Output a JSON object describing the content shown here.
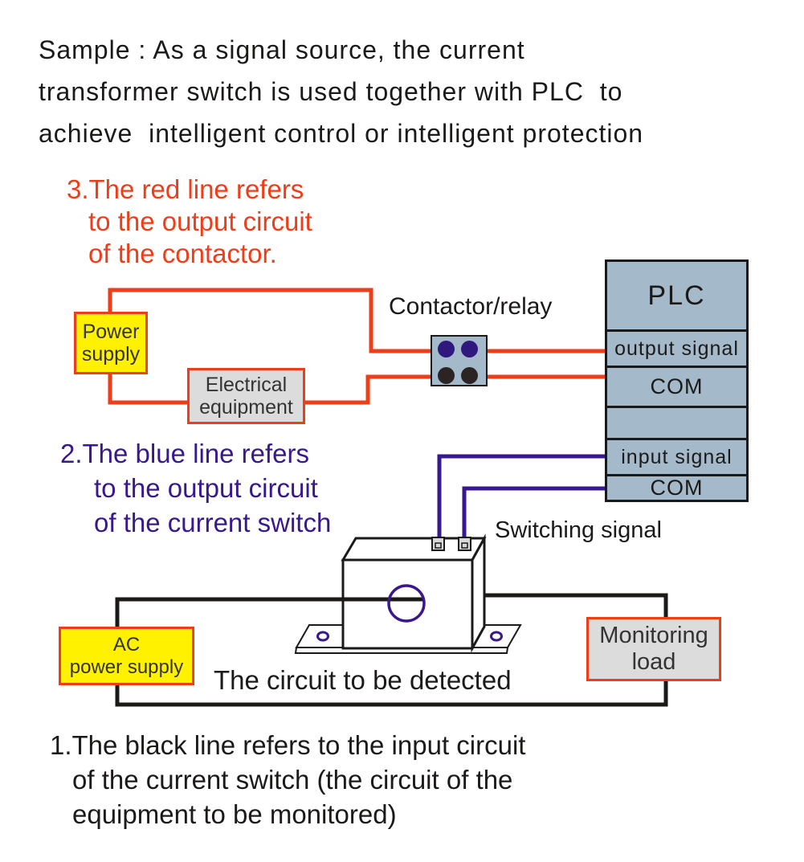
{
  "colors": {
    "red": "#EE3D17",
    "blue": "#38188C",
    "yellow": "#FFF100",
    "steel": "#A4BACB",
    "gray": "#DCDCDC",
    "ink": "#1C1A19",
    "dot_blue": "#31187E",
    "dot_black": "#2B2422"
  },
  "title": {
    "lines": [
      "Sample : As a signal source, the current",
      "transformer switch is used together with PLC  to",
      "achieve  intelligent control or intelligent protection"
    ]
  },
  "notes": {
    "red": {
      "lines": [
        "3.The red line refers",
        "to the output circuit",
        "of the contactor."
      ]
    },
    "blue": {
      "lines": [
        "2.The blue line refers",
        "to the output circuit",
        "of the current switch"
      ]
    },
    "black": {
      "lines": [
        "1.The black line refers to the input circuit",
        "of the current switch (the circuit of the",
        "equipment to be monitored)"
      ]
    }
  },
  "labels": {
    "contactor_relay": "Contactor/relay",
    "switching_signal": "Switching signal",
    "detected_circuit": "The circuit to be detected"
  },
  "plc": {
    "rows": [
      "PLC",
      "output signal",
      "COM",
      "",
      "input signal",
      "COM"
    ]
  },
  "boxes": {
    "power_supply": {
      "line1": "Power",
      "line2": "supply"
    },
    "electrical_equipment": {
      "line1": "Electrical",
      "line2": "equipment"
    },
    "ac_power_supply": {
      "line1": "AC",
      "line2": "power supply"
    },
    "monitoring_load": {
      "line1": "Monitoring",
      "line2": "load"
    }
  }
}
